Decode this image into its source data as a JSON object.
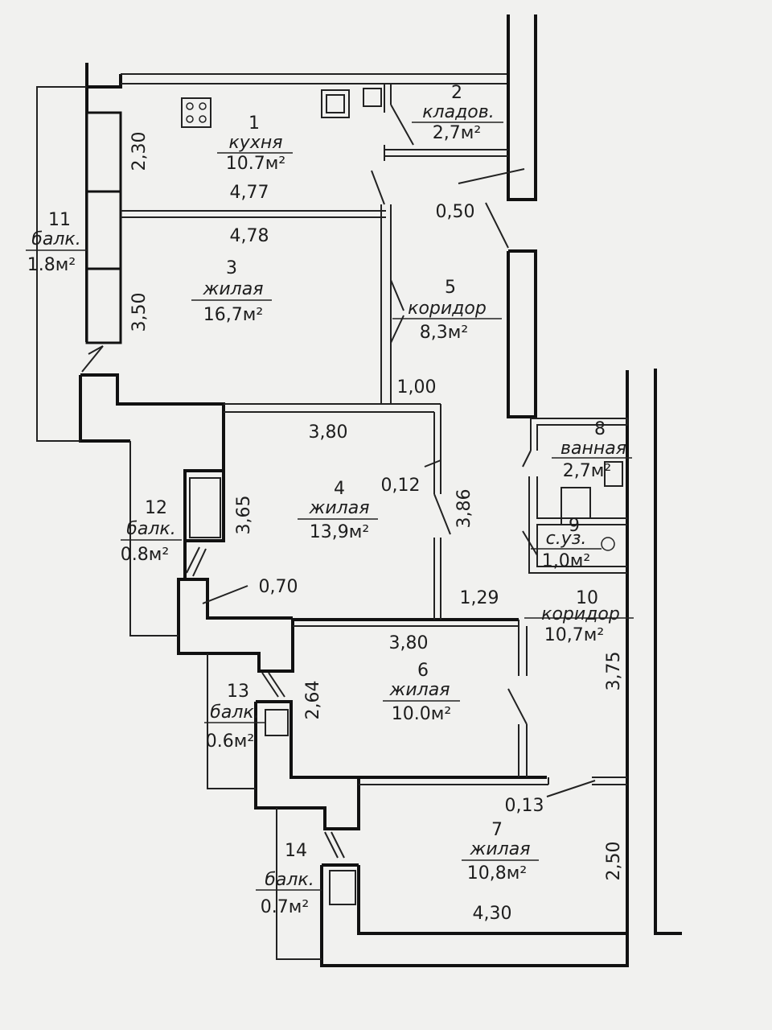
{
  "rooms": [
    {
      "num": "1",
      "name": "кухня",
      "area": "10.7м²"
    },
    {
      "num": "2",
      "name": "кладов.",
      "area": "2,7м²"
    },
    {
      "num": "3",
      "name": "жилая",
      "area": "16,7м²"
    },
    {
      "num": "4",
      "name": "жилая",
      "area": "13,9м²"
    },
    {
      "num": "5",
      "name": "коридор",
      "area": "8,3м²"
    },
    {
      "num": "6",
      "name": "жилая",
      "area": "10.0м²"
    },
    {
      "num": "7",
      "name": "жилая",
      "area": "10,8м²"
    },
    {
      "num": "8",
      "name": "ванная",
      "area": "2,7м²"
    },
    {
      "num": "9",
      "name": "с.уз.",
      "area": "1,0м²"
    },
    {
      "num": "10",
      "name": "коридор",
      "area": "10,7м²"
    },
    {
      "num": "11",
      "name": "балк.",
      "area": "1.8м²"
    },
    {
      "num": "12",
      "name": "балк.",
      "area": "0.8м²"
    },
    {
      "num": "13",
      "name": "балк.",
      "area": "0.6м²"
    },
    {
      "num": "14",
      "name": "балк.",
      "area": "0.7м²"
    }
  ],
  "dimensions": {
    "d230": "2,30",
    "d477": "4,77",
    "d478": "4,78",
    "d350": "3,50",
    "d050": "0,50",
    "d100": "1,00",
    "d380a": "3,80",
    "d012": "0,12",
    "d386": "3,86",
    "d365": "3,65",
    "d070": "0,70",
    "d129": "1,29",
    "d380b": "3,80",
    "d264": "2,64",
    "d375": "3,75",
    "d013": "0,13",
    "d250": "2,50",
    "d430": "4,30"
  }
}
